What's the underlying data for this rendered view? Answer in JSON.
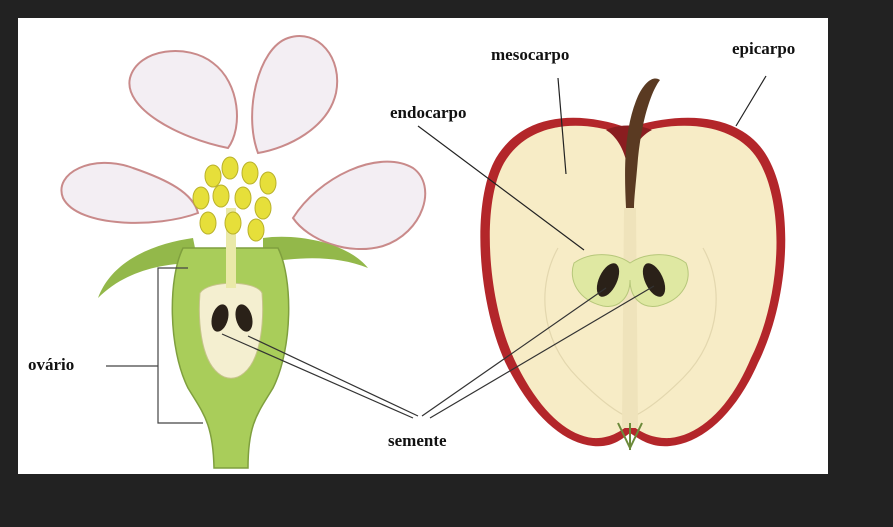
{
  "labels": {
    "mesocarpo": "mesocarpo",
    "epicarpo": "epicarpo",
    "endocarpo": "endocarpo",
    "ovario": "ovário",
    "semente": "semente"
  },
  "colors": {
    "background": "#222222",
    "panel": "#ffffff",
    "petal_fill": "#f3eef3",
    "petal_edge": "#c98a8a",
    "stamen": "#e6df3a",
    "receptacle": "#a9cd5a",
    "apple_flesh": "#f7ecc6",
    "apple_skin": "#b3262a",
    "seed": "#2a2118",
    "stem": "#5a3a22"
  }
}
